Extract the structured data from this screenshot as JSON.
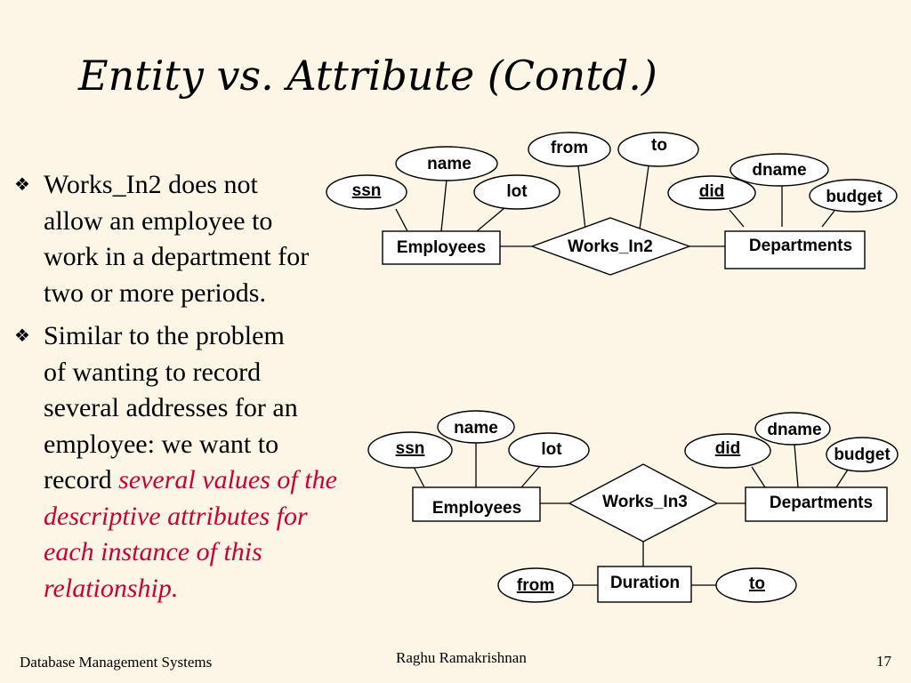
{
  "slide": {
    "title": "Entity vs. Attribute (Contd.)",
    "bullets": [
      {
        "lines": [
          "Works_In2 does not",
          "allow an employee to",
          "work in a department for",
          "two or more periods."
        ]
      },
      {
        "lines": [
          "Similar to the problem",
          "of wanting to record",
          "several addresses for an",
          "employee:  we want to"
        ],
        "last_plain": "record ",
        "emphasis_lines": [
          "several values of the",
          "descriptive attributes for",
          "each instance of this",
          "relationship."
        ]
      }
    ],
    "footer": {
      "left": "Database Management Systems",
      "center": "Raghu Ramakrishnan",
      "page": "17"
    }
  },
  "diagram1": {
    "entity_left": "Employees",
    "relationship": "Works_In2",
    "entity_right": "Departments",
    "attributes": {
      "ssn": "ssn",
      "name": "name",
      "lot": "lot",
      "from": "from",
      "to": "to",
      "did": "did",
      "dname": "dname",
      "budget": "budget"
    }
  },
  "diagram2": {
    "entity_left": "Employees",
    "relationship": "Works_In3",
    "entity_right": "Departments",
    "entity_bottom": "Duration",
    "attributes": {
      "ssn": "ssn",
      "name": "name",
      "lot": "lot",
      "did": "did",
      "dname": "dname",
      "budget": "budget",
      "from": "from",
      "to": "to"
    }
  },
  "colors": {
    "background": "#fdf5e6",
    "emphasis": "#cc0033"
  }
}
